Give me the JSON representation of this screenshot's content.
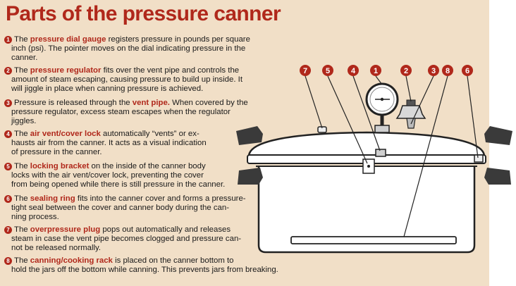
{
  "title": "Parts of the pressure canner",
  "items": [
    {
      "number": "1",
      "term": "pressure dial gauge",
      "pre": "The ",
      "lines": [
        " registers pressure in pounds per square",
        "inch (psi). The pointer moves on the dial indicating pressure in the",
        "canner."
      ]
    },
    {
      "number": "2",
      "term": "pressure regulator",
      "pre": "The ",
      "lines": [
        " fits over the vent pipe and controls the",
        "amount of steam escaping, causing pressure to build up inside. It",
        "will jiggle in place when canning pressure is achieved."
      ]
    },
    {
      "number": "3",
      "term": "vent pipe.",
      "pre": "Pressure is released through the ",
      "lines": [
        " When covered by the",
        "pressure regulator, excess steam escapes when the regulator",
        "jiggles."
      ]
    },
    {
      "number": "4",
      "term": "air vent/cover lock",
      "pre": "The ",
      "lines": [
        " automatically “vents” or ex-",
        "hausts air from the canner. It acts as a visual indication",
        "of pressure in the canner."
      ]
    },
    {
      "number": "5",
      "term": "locking bracket",
      "pre": "The ",
      "lines": [
        " on the inside of the canner body",
        "locks with the air vent/cover lock, preventing the cover",
        "from being opened while there is still pressure in the canner."
      ]
    },
    {
      "number": "6",
      "term": "sealing ring",
      "pre": "The ",
      "lines": [
        " fits into the canner cover and forms a pressure-",
        "tight seal between the cover and canner body during the can-",
        "ning process."
      ]
    },
    {
      "number": "7",
      "term": "overpressure plug",
      "pre": "The ",
      "lines": [
        " pops out automatically and releases",
        "steam in case the vent pipe becomes clogged and pressure can-",
        "not be released normally."
      ]
    },
    {
      "number": "8",
      "term": "canning/cooking rack",
      "pre": "The ",
      "lines": [
        " is placed on the canner bottom to",
        "hold the jars off the bottom while canning. This prevents jars from breaking."
      ]
    }
  ],
  "callouts": [
    "7",
    "5",
    "4",
    "1",
    "2",
    "3",
    "8",
    "6"
  ],
  "colors": {
    "background": "#f1dfc7",
    "accent": "#b0281b",
    "text": "#1a1a1a",
    "outline": "#222222"
  }
}
